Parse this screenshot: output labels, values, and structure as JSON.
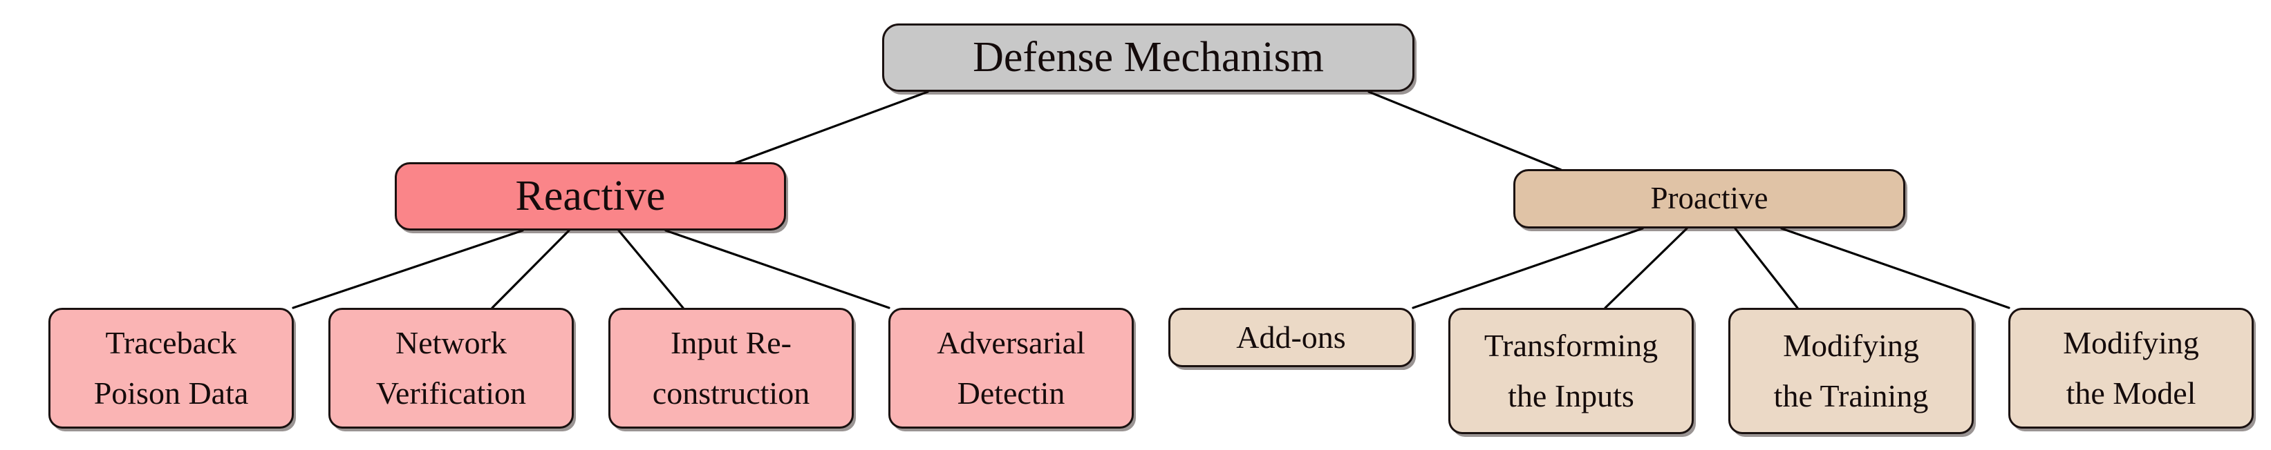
{
  "diagram": {
    "title": "Defense Mechanism",
    "type": "tree-taxonomy",
    "root": {
      "label": "Defense Mechanism",
      "fill": "#c8c8c8"
    },
    "branches": [
      {
        "id": "reactive",
        "label": "Reactive",
        "fill": "#fa8589",
        "children": [
          {
            "id": "traceback",
            "line1": "Traceback",
            "line2": "Poison Data"
          },
          {
            "id": "network",
            "line1": "Network",
            "line2": "Verification"
          },
          {
            "id": "input-recon",
            "line1": "Input Re-",
            "line2": "construction"
          },
          {
            "id": "adversarial",
            "line1": "Adversarial",
            "line2": "Detectin"
          }
        ],
        "child_fill": "#fab4b4"
      },
      {
        "id": "proactive",
        "label": "Proactive",
        "fill": "#e0c3a6",
        "children": [
          {
            "id": "add-ons",
            "line1": "Add-ons",
            "line2": ""
          },
          {
            "id": "transforming",
            "line1": "Transforming",
            "line2": "the  Inputs"
          },
          {
            "id": "mod-training",
            "line1": "Modifying",
            "line2": "the  Training"
          },
          {
            "id": "mod-model",
            "line1": "Modifying",
            "line2": "the  Model"
          }
        ],
        "child_fill": "#ebd9c6"
      }
    ],
    "edge_color": "#000000",
    "border_color": "#1a1110",
    "background": "#ffffff"
  }
}
